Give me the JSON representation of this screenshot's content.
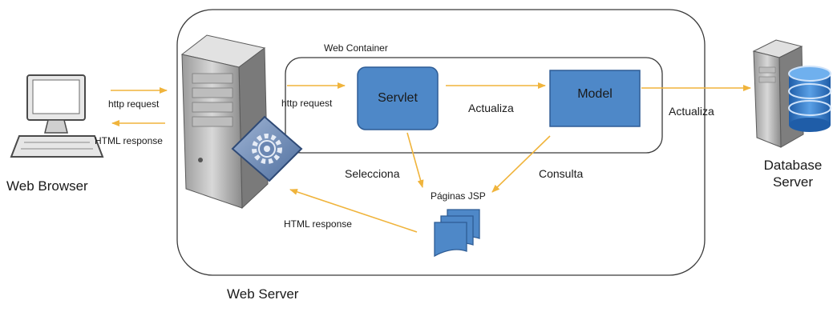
{
  "web_server": {
    "label": "Web Server"
  },
  "web_container": {
    "label": "Web Container"
  },
  "web_browser": {
    "label": "Web Browser"
  },
  "database_server": {
    "label_line1": "Database",
    "label_line2": "Server"
  },
  "servlet": {
    "label": "Servlet"
  },
  "model": {
    "label": "Model"
  },
  "jsp_pages": {
    "label": "Páginas JSP"
  },
  "flows": {
    "browser_request": "http request",
    "browser_response": "HTML  response",
    "container_request": "http request",
    "servlet_to_model": "Actualiza",
    "model_to_database": "Actualiza",
    "servlet_to_jsp": "Selecciona",
    "model_to_jsp": "Consulta",
    "jsp_response": "HTML  response"
  },
  "colors": {
    "component_fill": "#4e88c8",
    "component_stroke": "#2e5c95",
    "arrow": "#f0b43c",
    "frame": "#333333"
  },
  "icons": [
    "desktop-computer-icon",
    "server-tower-icon",
    "gear-badge-icon",
    "database-server-icon",
    "document-stack-icon"
  ]
}
